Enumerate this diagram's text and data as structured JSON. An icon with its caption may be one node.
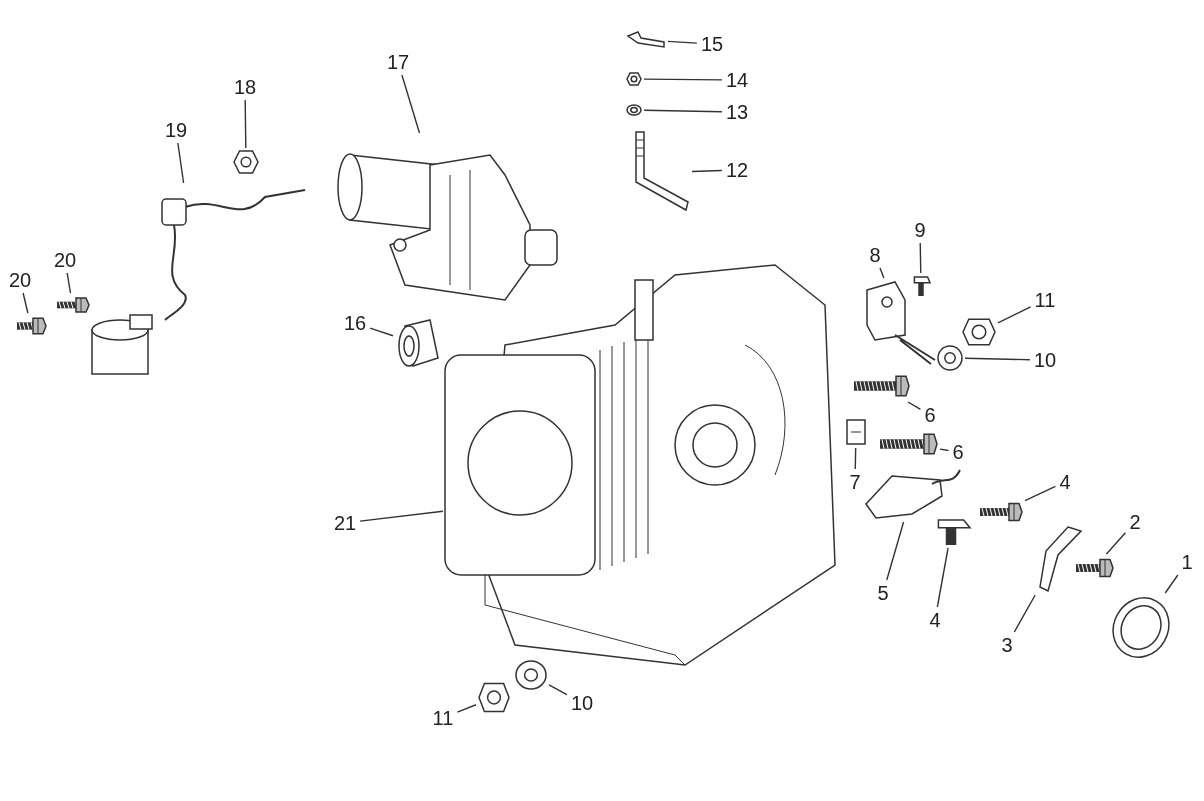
{
  "diagram": {
    "nodes": [
      {
        "text": [
          "15"
        ]
      },
      {
        "text": [],
        "shape": "picture"
      },
      {
        "text": [
          "17"
        ]
      },
      {
        "text": [],
        "shape": "picture"
      },
      {
        "text": [
          "14"
        ]
      },
      {
        "text": [],
        "shape": "picture"
      },
      {
        "text": [
          "18"
        ]
      },
      {
        "text": [],
        "shape": "picture"
      },
      {
        "text": [
          "13"
        ]
      },
      {
        "text": [],
        "shape": "picture"
      },
      {
        "text": [
          "19"
        ]
      },
      {
        "text": [],
        "shape": "picture"
      },
      {
        "text": [
          "12"
        ]
      },
      {
        "text": [],
        "shape": "picture"
      },
      {
        "text": [
          "9"
        ]
      },
      {
        "text": [],
        "shape": "picture"
      },
      {
        "text": [
          "8"
        ]
      },
      {
        "text": [],
        "shape": "picture"
      },
      {
        "text": [
          "20"
        ]
      },
      {
        "text": [],
        "shape": "picture"
      },
      {
        "text": [
          "20"
        ]
      },
      {
        "text": [],
        "shape": "picture"
      },
      {
        "text": [
          "11"
        ]
      },
      {
        "text": [],
        "shape": "picture"
      },
      {
        "text": [
          "16"
        ]
      },
      {
        "text": [],
        "shape": "picture"
      },
      {
        "text": [
          "10"
        ]
      },
      {
        "text": [],
        "shape": "picture"
      },
      {
        "text": [
          "6"
        ]
      },
      {
        "text": [],
        "shape": "picture"
      },
      {
        "text": [
          "6"
        ]
      },
      {
        "text": [],
        "shape": "picture"
      },
      {
        "text": [
          "7"
        ]
      },
      {
        "text": [],
        "shape": "picture"
      },
      {
        "text": [
          "4"
        ]
      },
      {
        "text": [],
        "shape": "picture"
      },
      {
        "text": [
          "21"
        ]
      },
      {
        "text": [],
        "shape": "picture"
      },
      {
        "text": [
          "2"
        ]
      },
      {
        "text": [],
        "shape": "picture"
      },
      {
        "text": [
          "1"
        ]
      },
      {
        "text": [],
        "shape": "picture"
      },
      {
        "text": [
          "5"
        ]
      },
      {
        "text": [],
        "shape": "picture"
      },
      {
        "text": [
          "4"
        ]
      },
      {
        "text": [],
        "shape": "picture"
      },
      {
        "text": [
          "3"
        ]
      },
      {
        "text": [],
        "shape": "picture"
      },
      {
        "text": [
          "10"
        ]
      },
      {
        "text": [],
        "shape": "picture"
      },
      {
        "text": [
          "11"
        ]
      },
      {
        "text": [],
        "shape": "picture"
      }
    ],
    "edges": [
      {
        "from": 0,
        "to": 1,
        "arrow": "none"
      },
      {
        "from": 2,
        "to": 3,
        "arrow": "none"
      },
      {
        "from": 4,
        "to": 5,
        "arrow": "none"
      },
      {
        "from": 6,
        "to": 7,
        "arrow": "none"
      },
      {
        "from": 8,
        "to": 9,
        "arrow": "none"
      },
      {
        "from": 10,
        "to": 11,
        "arrow": "none"
      },
      {
        "from": 12,
        "to": 13,
        "arrow": "none"
      },
      {
        "from": 14,
        "to": 15,
        "arrow": "none"
      },
      {
        "from": 16,
        "to": 17,
        "arrow": "none"
      },
      {
        "from": 18,
        "to": 19,
        "arrow": "none"
      },
      {
        "from": 20,
        "to": 21,
        "arrow": "none"
      },
      {
        "from": 22,
        "to": 23,
        "arrow": "none"
      },
      {
        "from": 24,
        "to": 25,
        "arrow": "none"
      },
      {
        "from": 26,
        "to": 27,
        "arrow": "none"
      },
      {
        "from": 28,
        "to": 29,
        "arrow": "none"
      },
      {
        "from": 30,
        "to": 31,
        "arrow": "none"
      },
      {
        "from": 32,
        "to": 33,
        "arrow": "none"
      },
      {
        "from": 34,
        "to": 35,
        "arrow": "none"
      },
      {
        "from": 36,
        "to": 37,
        "arrow": "none"
      },
      {
        "from": 38,
        "to": 39,
        "arrow": "none"
      },
      {
        "from": 40,
        "to": 41,
        "arrow": "none"
      },
      {
        "from": 42,
        "to": 43,
        "arrow": "none"
      },
      {
        "from": 44,
        "to": 45,
        "arrow": "none"
      },
      {
        "from": 46,
        "to": 47,
        "arrow": "none"
      },
      {
        "from": 48,
        "to": 49,
        "arrow": "none"
      },
      {
        "from": 50,
        "to": 51,
        "arrow": "none"
      }
    ]
  }
}
